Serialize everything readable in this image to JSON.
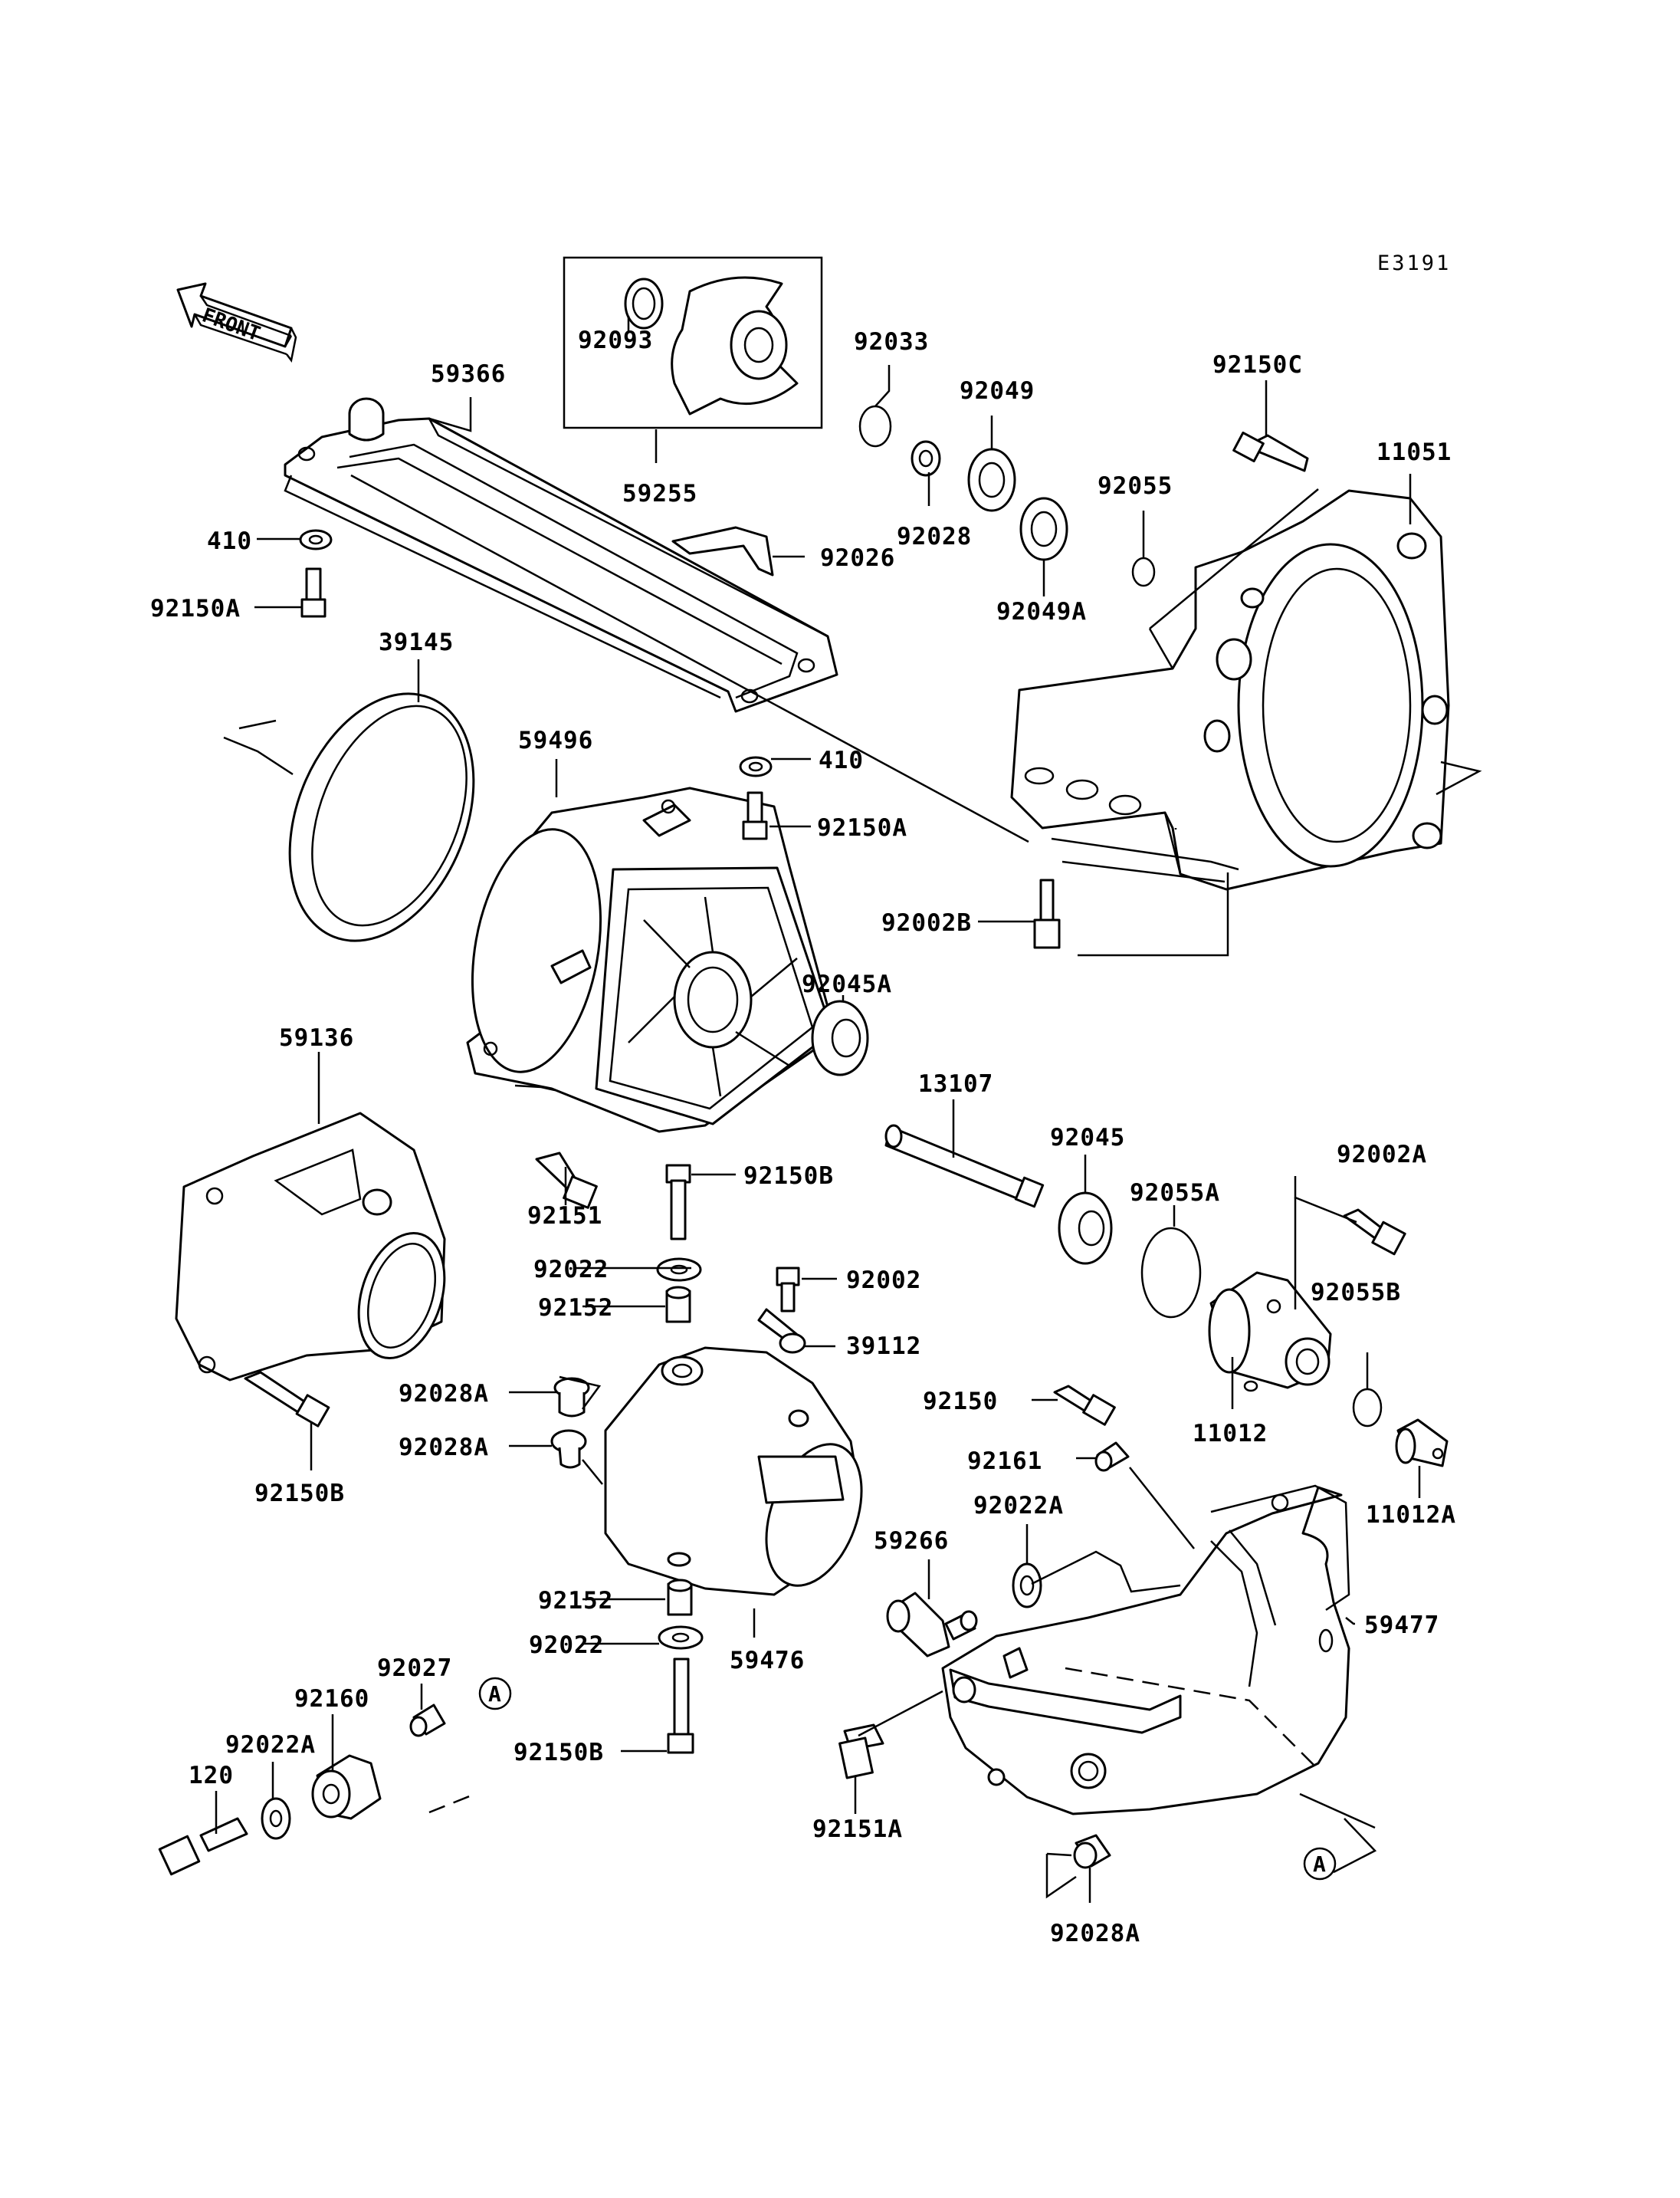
{
  "diagram_code": "E3191",
  "front_arrow_label": "FRONT",
  "callout_letter": "A",
  "parts": {
    "p59366": "59366",
    "p59255": "59255",
    "p92093": "92093",
    "p92033": "92033",
    "p92049": "92049",
    "p92028": "92028",
    "p92049A": "92049A",
    "p92055": "92055",
    "p92150C": "92150C",
    "p11051": "11051",
    "p410a": "410",
    "p92150Aa": "92150A",
    "p92026": "92026",
    "p39145": "39145",
    "p59496": "59496",
    "p410b": "410",
    "p92150Ab": "92150A",
    "p92002B": "92002B",
    "p92045A": "92045A",
    "p59136": "59136",
    "p13107": "13107",
    "p92045": "92045",
    "p92055A": "92055A",
    "p92002A": "92002A",
    "p92151": "92151",
    "p92150Ba": "92150B",
    "p92022a": "92022",
    "p92002": "92002",
    "p92152a": "92152",
    "p39112": "39112",
    "p92055B": "92055B",
    "p92028Aa": "92028A",
    "p92150": "92150",
    "p92028Ab": "92028A",
    "p11012": "11012",
    "p92150Bb": "92150B",
    "p92161": "92161",
    "p11012A": "11012A",
    "p92022A": "92022A",
    "p59266": "59266",
    "p59477": "59477",
    "p92152b": "92152",
    "p92022b": "92022",
    "p59476": "59476",
    "p92027": "92027",
    "p92160": "92160",
    "p92022Ab": "92022A",
    "p92150Bc": "92150B",
    "p120": "120",
    "p92151A": "92151A",
    "p92028Ac": "92028A"
  }
}
